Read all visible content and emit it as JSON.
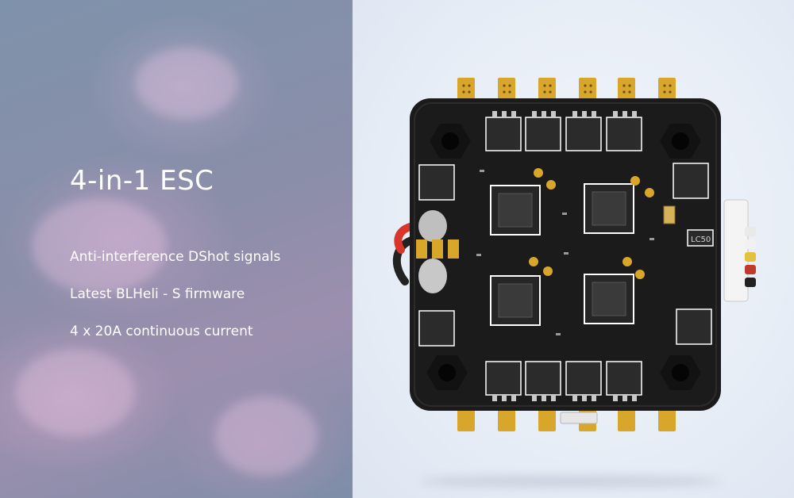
{
  "banner": {
    "headline": "4-in-1 ESC",
    "features": [
      "Anti-interference DShot signals",
      "Latest BLHeli - S firmware",
      "4 x 20A continuous current"
    ]
  },
  "board": {
    "chip_marking": "LC50"
  },
  "colors": {
    "pcb": "#1b1b1b",
    "gold_pad": "#d9a62c",
    "silkscreen": "#ffffff",
    "panel_left": "#8a8ea9",
    "panel_right": "#e9eef6"
  }
}
